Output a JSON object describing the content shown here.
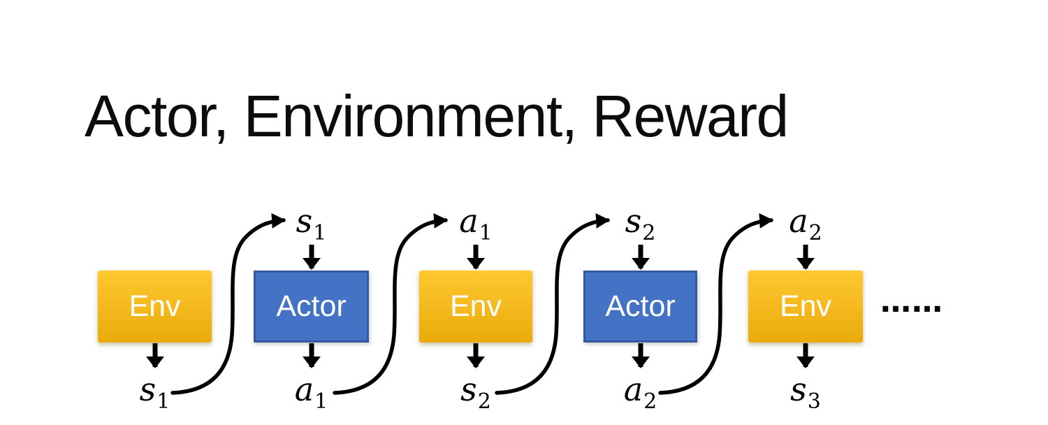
{
  "slide": {
    "title": "Actor, Environment, Reward"
  },
  "diagram": {
    "columns": [
      {
        "box": "Env",
        "type": "env",
        "top_label": null,
        "bottom_label": {
          "base": "s",
          "sub": "1"
        }
      },
      {
        "box": "Actor",
        "type": "actor",
        "top_label": {
          "base": "s",
          "sub": "1"
        },
        "bottom_label": {
          "base": "a",
          "sub": "1"
        }
      },
      {
        "box": "Env",
        "type": "env",
        "top_label": {
          "base": "a",
          "sub": "1"
        },
        "bottom_label": {
          "base": "s",
          "sub": "2"
        }
      },
      {
        "box": "Actor",
        "type": "actor",
        "top_label": {
          "base": "s",
          "sub": "2"
        },
        "bottom_label": {
          "base": "a",
          "sub": "2"
        }
      },
      {
        "box": "Env",
        "type": "env",
        "top_label": {
          "base": "a",
          "sub": "2"
        },
        "bottom_label": {
          "base": "s",
          "sub": "3"
        }
      }
    ],
    "ellipsis": "……",
    "colors": {
      "env_gradient_top": "#FFC830",
      "env_gradient_bottom": "#E9AB0B",
      "actor_fill": "#4472C4",
      "actor_border": "#35599E",
      "arrow": "#000000"
    }
  }
}
